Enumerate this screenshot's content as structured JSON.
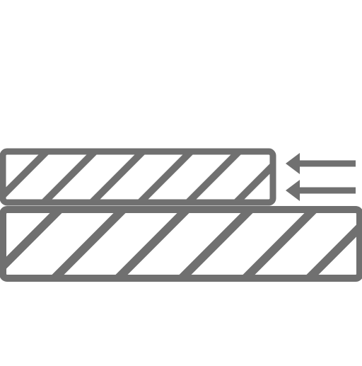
{
  "colors": {
    "stroke": "#707070",
    "background": "#ffffff"
  },
  "icon": {
    "name": "align-right-layers-icon",
    "arrow_direction": "left",
    "arrow_count": 2,
    "hatch_direction": "diagonal"
  }
}
